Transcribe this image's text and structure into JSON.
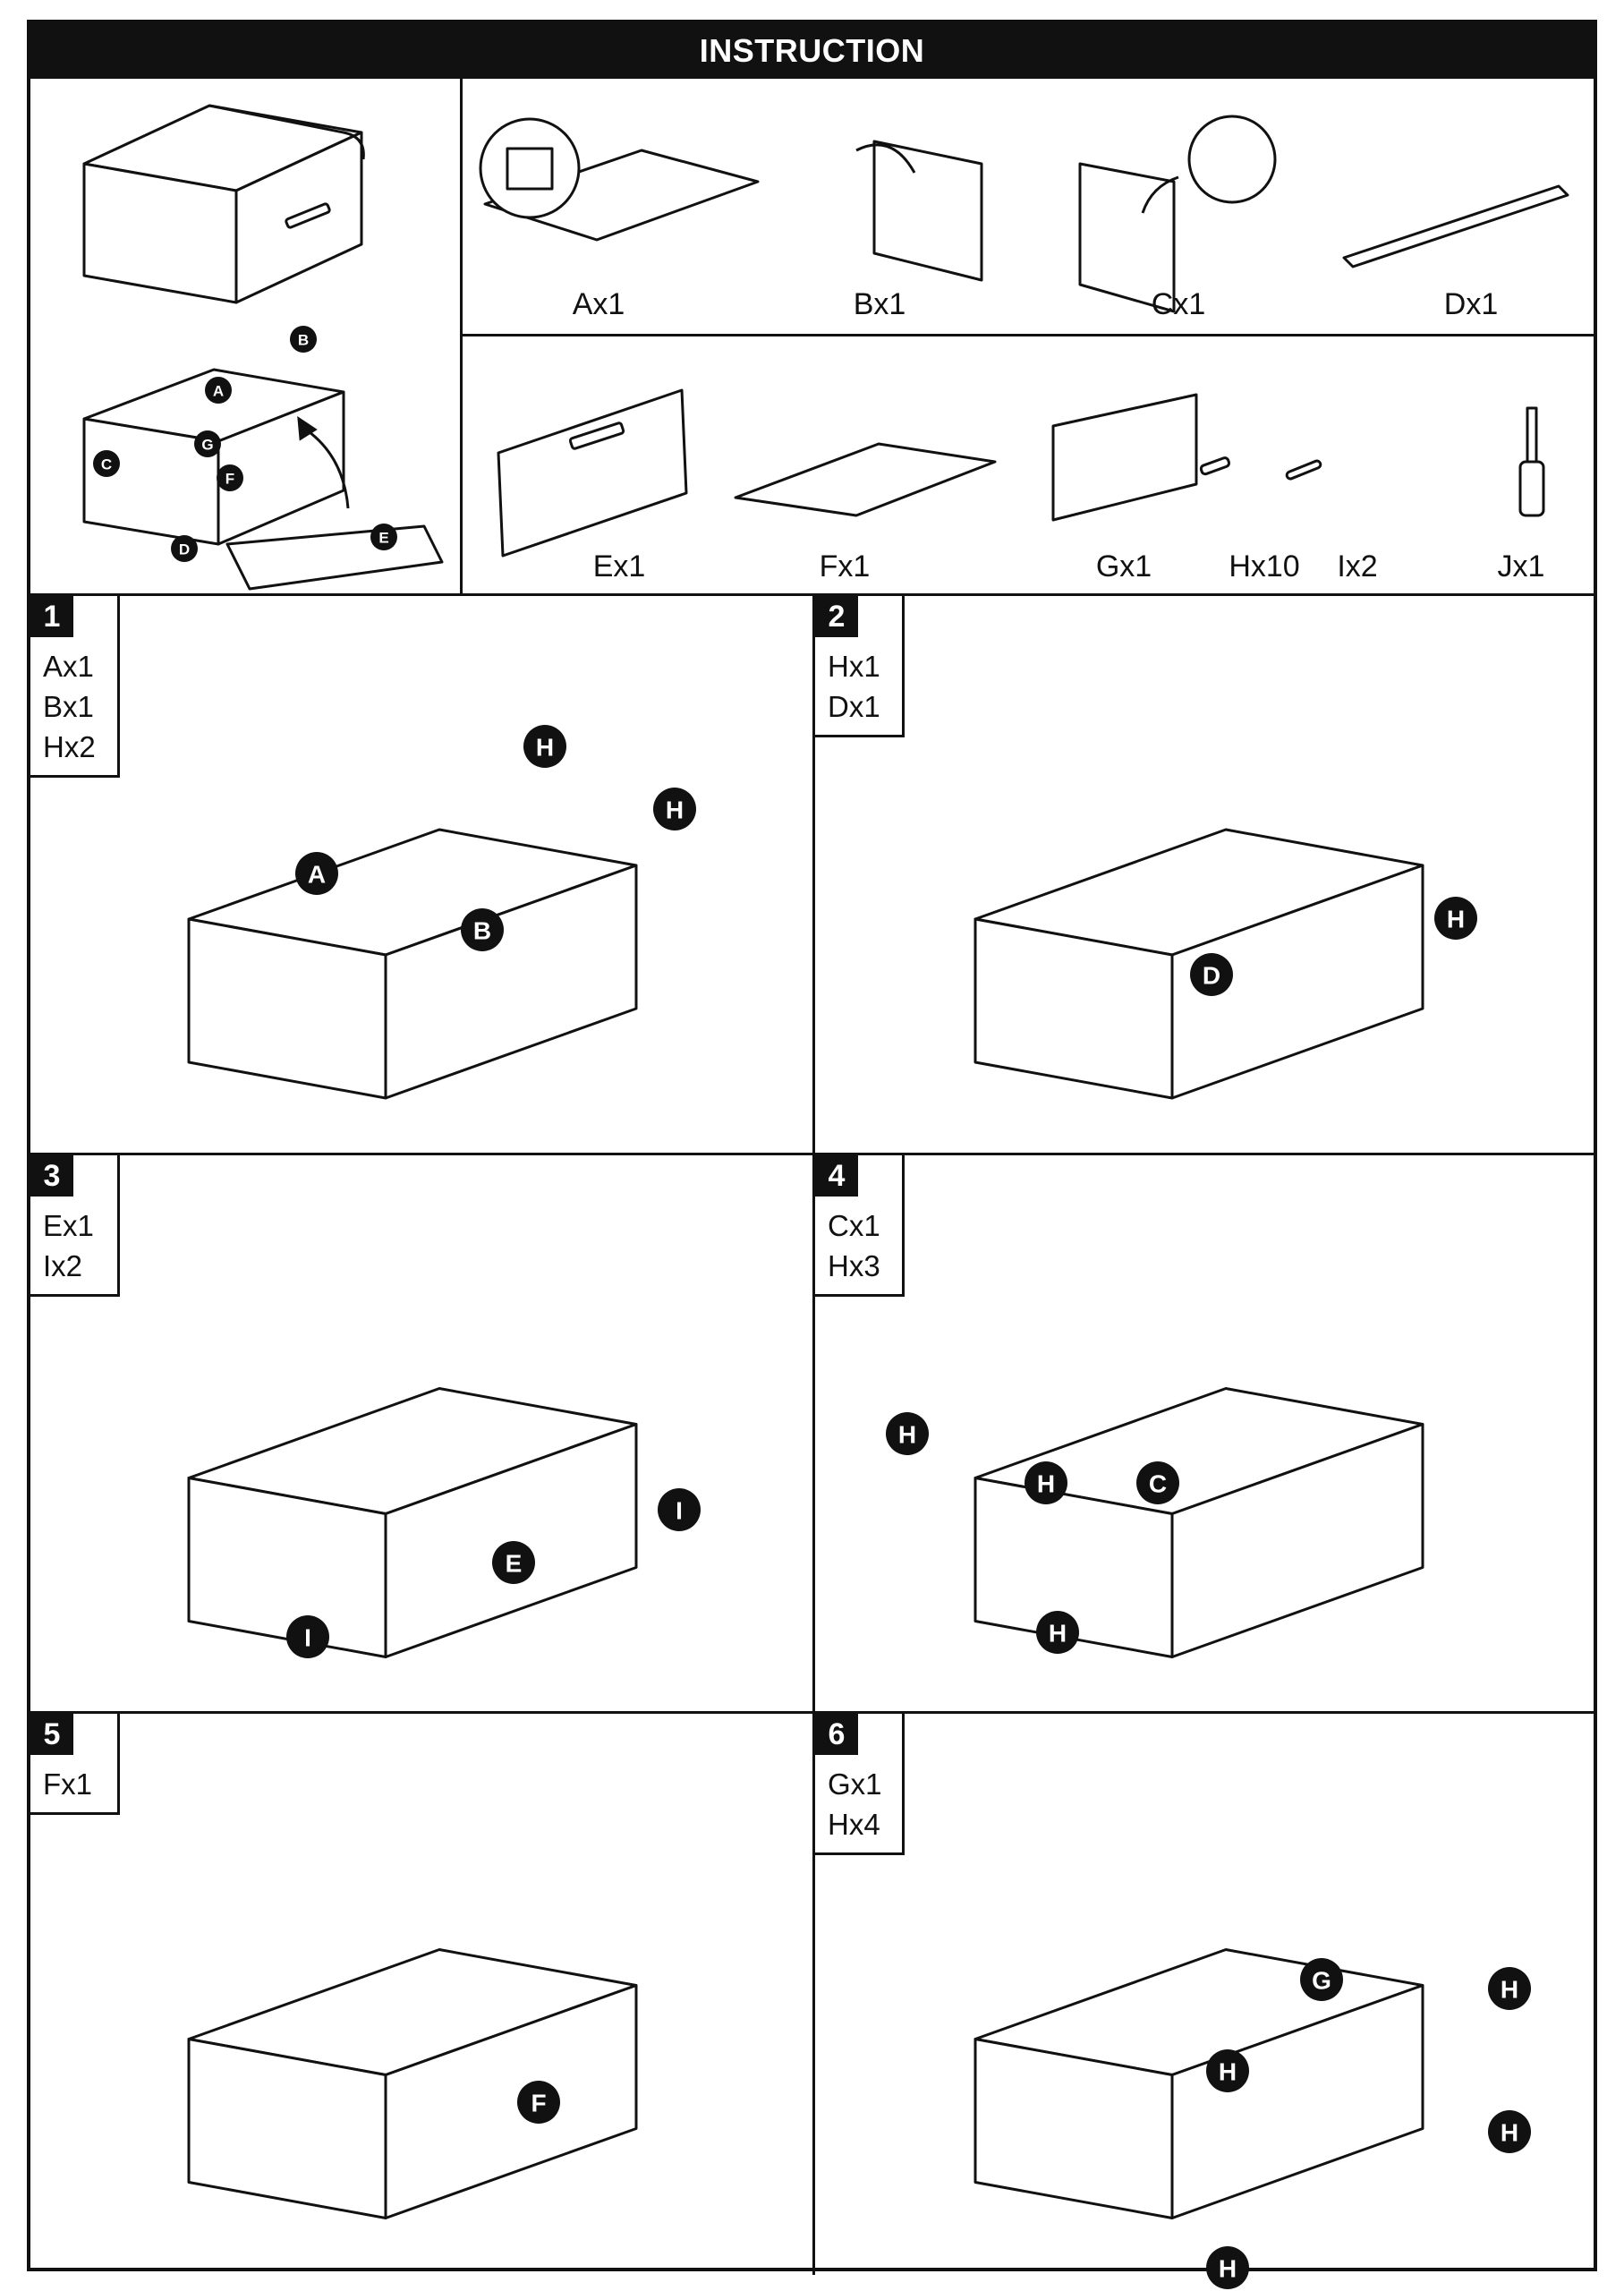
{
  "title": "INSTRUCTION",
  "parts_row1": [
    "Ax1",
    "Bx1",
    "Cx1",
    "Dx1"
  ],
  "parts_row2": [
    "Ex1",
    "Fx1",
    "Gx1",
    "Hx10",
    "Ix2",
    "Jx1"
  ],
  "overview_callouts": [
    "A",
    "B",
    "C",
    "D",
    "E",
    "F",
    "G"
  ],
  "steps": [
    {
      "number": "1",
      "items": [
        "Ax1",
        "Bx1",
        "Hx2"
      ],
      "callouts": [
        "H",
        "H",
        "A",
        "B"
      ]
    },
    {
      "number": "2",
      "items": [
        "Hx1",
        "Dx1"
      ],
      "callouts": [
        "H",
        "D"
      ]
    },
    {
      "number": "3",
      "items": [
        "Ex1",
        "Ix2"
      ],
      "callouts": [
        "I",
        "E",
        "I"
      ]
    },
    {
      "number": "4",
      "items": [
        "Cx1",
        "Hx3"
      ],
      "callouts": [
        "H",
        "H",
        "C",
        "H"
      ]
    },
    {
      "number": "5",
      "items": [
        "Fx1"
      ],
      "callouts": [
        "F"
      ]
    },
    {
      "number": "6",
      "items": [
        "Gx1",
        "Hx4"
      ],
      "callouts": [
        "G",
        "H",
        "H",
        "H",
        "H"
      ]
    }
  ],
  "icons": [
    "screw-icon",
    "dowel-icon",
    "screwdriver-icon",
    "arrow-icon"
  ]
}
